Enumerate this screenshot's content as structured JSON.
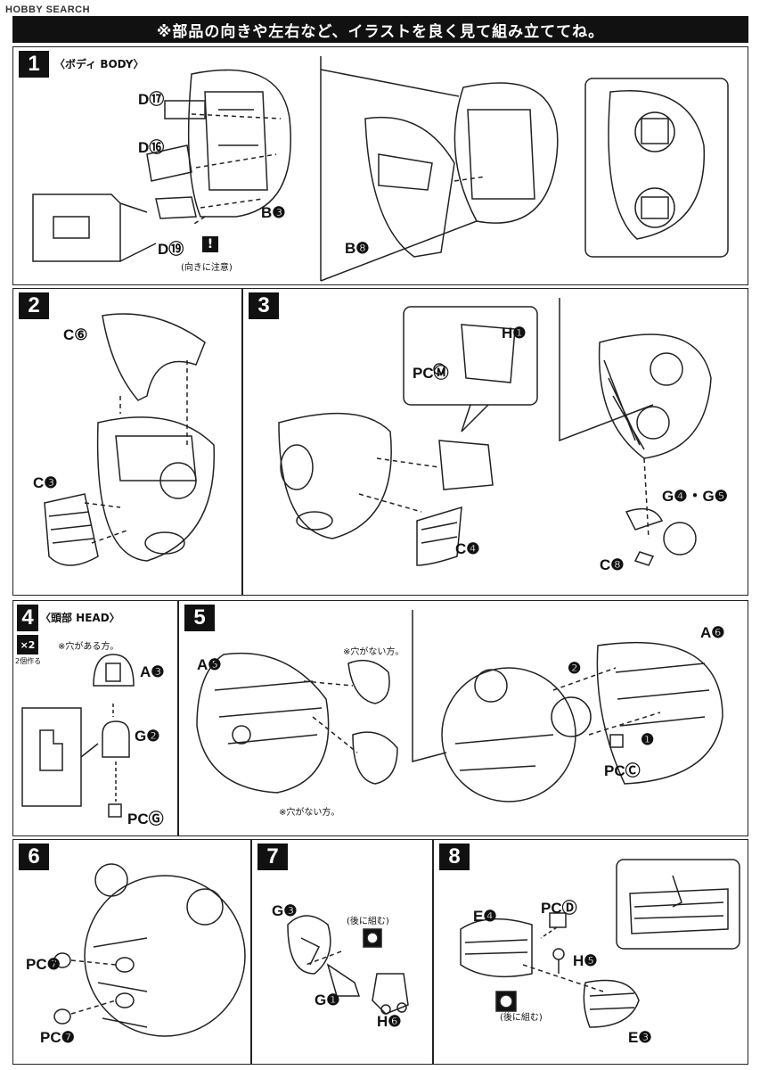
{
  "logo": "HOBBY SEARCH",
  "banner": "※部品の向きや左右など、イラストを良く見て組み立ててね。",
  "step1": {
    "num": "1",
    "title": "〈ボディ BODY〉",
    "labels": {
      "d17": "D⑰",
      "d16": "D⑯",
      "b3": "B❸",
      "d19": "D⑲",
      "b8": "B❽"
    },
    "caution": "(向きに注意)"
  },
  "step2": {
    "num": "2",
    "labels": {
      "c6": "C⑥",
      "c3": "C❸"
    }
  },
  "step3": {
    "num": "3",
    "labels": {
      "h1": "H❶",
      "pcm": "PCⓂ",
      "c4": "C❹",
      "g45": "G❹・G❺",
      "c8": "C❽"
    }
  },
  "step4": {
    "num": "4",
    "title": "〈頭部 HEAD〉",
    "x2": "×2",
    "x2note": "2個作る",
    "note": "※穴がある方。",
    "labels": {
      "a3": "A❸",
      "g2": "G❷",
      "pcg": "PCⒼ"
    }
  },
  "step5": {
    "num": "5",
    "note1": "※穴がない方。",
    "note2": "※穴がない方。",
    "labels": {
      "a5": "A❺",
      "a6": "A❻",
      "pcc": "PCⒸ",
      "n1": "❶",
      "n2": "❷"
    }
  },
  "step6": {
    "num": "6",
    "labels": {
      "pc7a": "PC❼",
      "pc7b": "PC❼"
    }
  },
  "step7": {
    "num": "7",
    "later": "(後に組む)",
    "labels": {
      "g3": "G❸",
      "g1": "G❶",
      "h6": "H❻"
    }
  },
  "step8": {
    "num": "8",
    "later": "(後に組む)",
    "labels": {
      "e4": "E❹",
      "pcd": "PCⒹ",
      "h5": "H❺",
      "e3": "E❸"
    }
  }
}
